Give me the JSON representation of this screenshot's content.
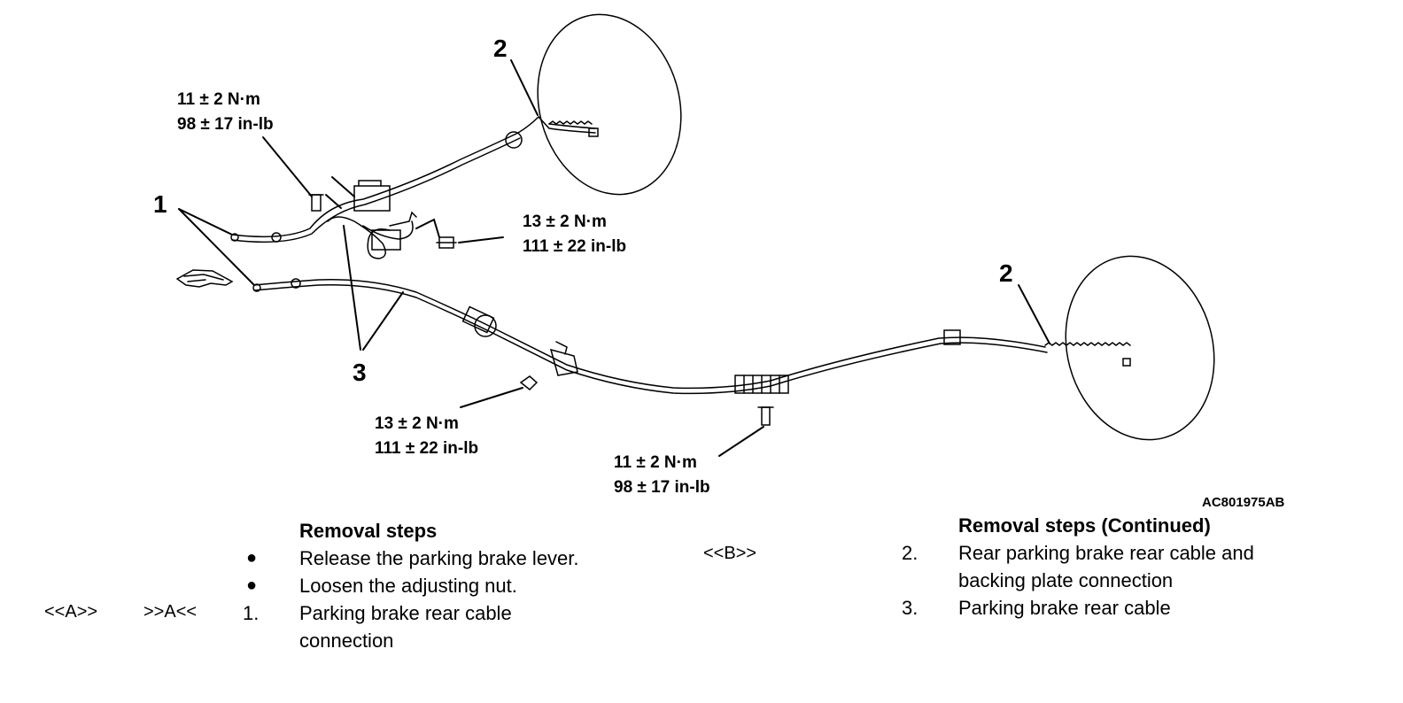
{
  "callouts": {
    "item1": "1",
    "item2_top": "2",
    "item2_right": "2",
    "item3": "3"
  },
  "torques": {
    "t1": {
      "line1": "11 ± 2 N·m",
      "line2": "98 ± 17 in-lb"
    },
    "t2": {
      "line1": "13 ± 2 N·m",
      "line2": "111 ± 22 in-lb"
    },
    "t3": {
      "line1": "13 ± 2 N·m",
      "line2": "111 ± 22 in-lb"
    },
    "t4": {
      "line1": "11 ± 2 N·m",
      "line2": "98 ± 17 in-lb"
    }
  },
  "figure_code": "AC801975AB",
  "removal_left": {
    "title": "Removal steps",
    "bullet_1": "Release the parking brake lever.",
    "bullet_2": "Loosen the adjusting nut.",
    "tag_a1": "<<A>>",
    "tag_a2": ">>A<<",
    "step1_num": "1.",
    "step1_line1": "Parking brake rear cable",
    "step1_line2": "connection"
  },
  "removal_right": {
    "tag_b": "<<B>>",
    "title": "Removal steps (Continued)",
    "step2_num": "2.",
    "step2_line1": "Rear parking brake rear cable and",
    "step2_line2": "backing plate connection",
    "step3_num": "3.",
    "step3_line1": "Parking brake rear cable"
  }
}
